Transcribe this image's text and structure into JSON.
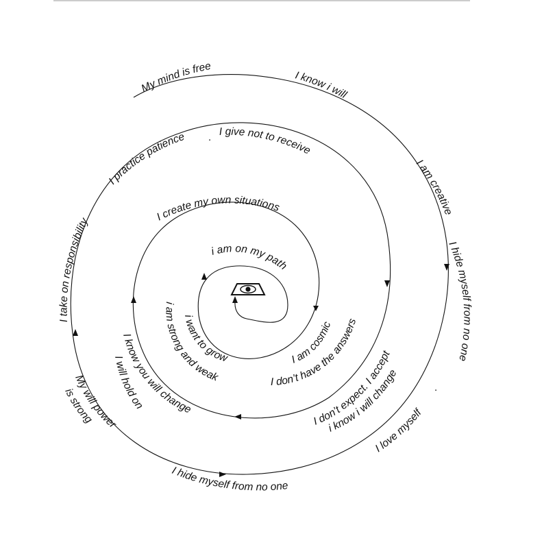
{
  "phrases": {
    "my_mind_is_free": "My mind is free",
    "i_know_i_will": "I know i will",
    "i_practice_patience": "I practice patience",
    "dot_a": ".",
    "i_give_not_to_receive": "I give not to receive",
    "i_am_creative": "I am creative",
    "i_take_on_responsibility": "I take on responsibility",
    "i_create_my_own_situations": "I create my own situations",
    "i_hide_myself_right": "I hide myself from no one",
    "dot_b": ".",
    "i_am_on_my_path": "i am on my path",
    "i_want_to_grow": "i want to grow",
    "i_am_strong_and_weak": "i am strong and weak",
    "i_am_cosmic": "I am cosmic",
    "i_dont_have_the_answers": "I don’t have the answers",
    "i_know_you_will_change": "I know you will change",
    "i_will_hold_on": "I will hold on",
    "i_dont_expect": "I don’t expect. I accept",
    "i_know_i_will_change": "i know i will change",
    "my_will_power": "My will power",
    "is_strong": "is strong",
    "i_love_myself": "I love myself",
    "i_hide_myself_bottom": "I hide myself from no one"
  },
  "colors": {
    "line": "#111111",
    "background": "#ffffff"
  },
  "icons": {
    "center": "eye-icon"
  }
}
